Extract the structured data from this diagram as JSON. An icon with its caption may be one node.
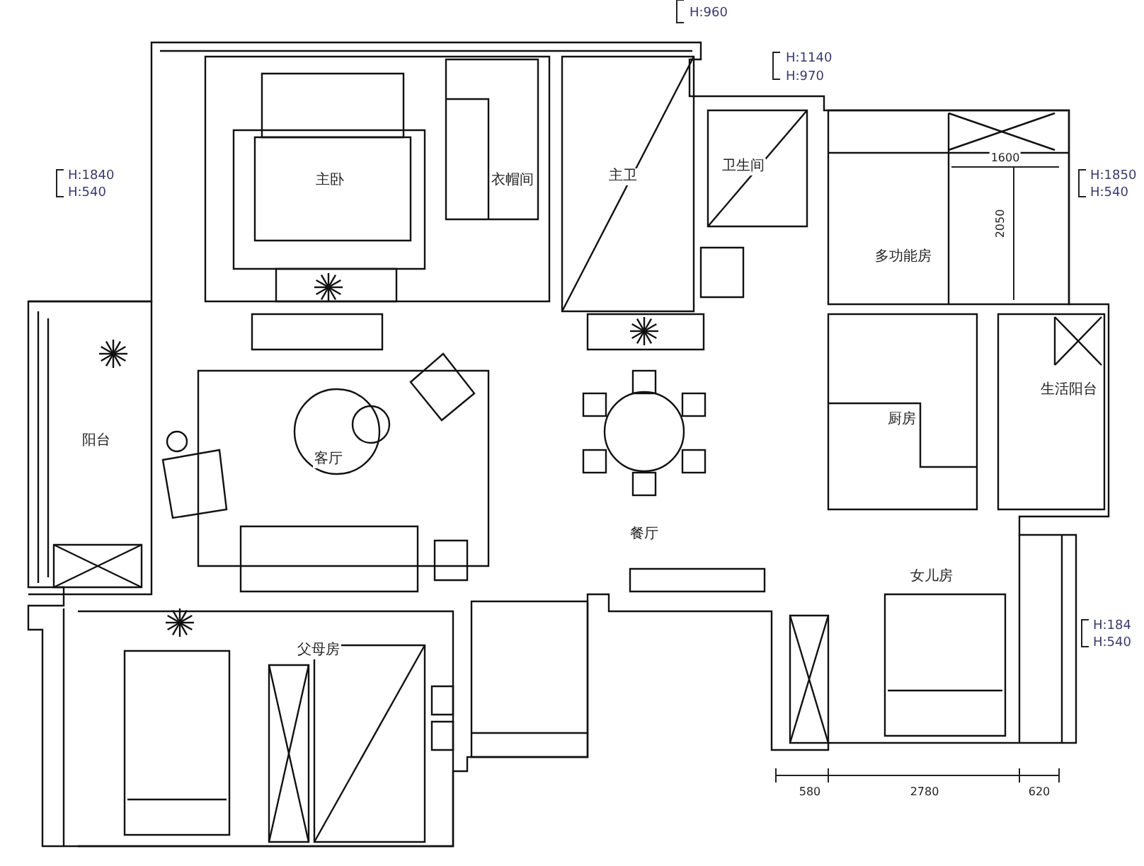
{
  "diagram": {
    "labels": [
      "H:960",
      "H:1140",
      "H:970",
      "H:1840",
      "H:540",
      "H:1850",
      "H:540",
      "主卧",
      "衣帽间",
      "主卫",
      "卫生间",
      "1600",
      "2050",
      "多功能房",
      "阳台",
      "客厅",
      "餐厅",
      "厨房",
      "生活阳台",
      "女儿房",
      "父母房",
      "H:184",
      "H:540",
      "580",
      "2780",
      "620"
    ]
  }
}
